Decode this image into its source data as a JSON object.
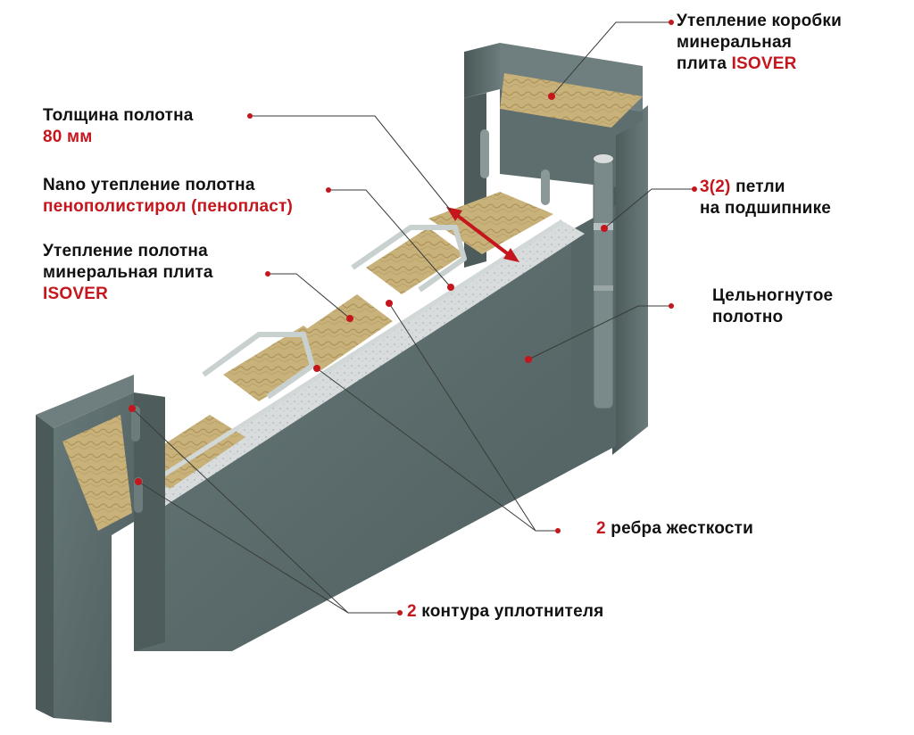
{
  "colors": {
    "accent": "#c4161c",
    "steel": "#5b6b6b",
    "steel_dark": "#3e4b4b",
    "wool": "#c9b27a",
    "foam": "#d9dcdc",
    "text": "#111111"
  },
  "callouts": {
    "box_insulation": {
      "line1": "Утепление коробки",
      "line2": "минеральная",
      "line3_prefix": "плита ",
      "line3_accent": "ISOVER"
    },
    "leaf_thickness": {
      "line1": "Толщина полотна",
      "line2_accent": "80 мм"
    },
    "nano_insulation": {
      "line1": "Nano утепление полотна",
      "line2_accent": "пенополистирол (пенопласт)"
    },
    "leaf_insulation": {
      "line1": "Утепление полотна",
      "line2": "минеральная плита",
      "line3_accent": "ISOVER"
    },
    "hinges": {
      "line1_accent": "3(2)",
      "line1_rest": " петли",
      "line2": "на подшипнике"
    },
    "bent_leaf": {
      "line1": "Цельногнутое",
      "line2": "полотно"
    },
    "ribs": {
      "count_accent": "2",
      "text": " ребра жесткости"
    },
    "seals": {
      "count_accent": "2",
      "text": " контура уплотнителя"
    }
  }
}
